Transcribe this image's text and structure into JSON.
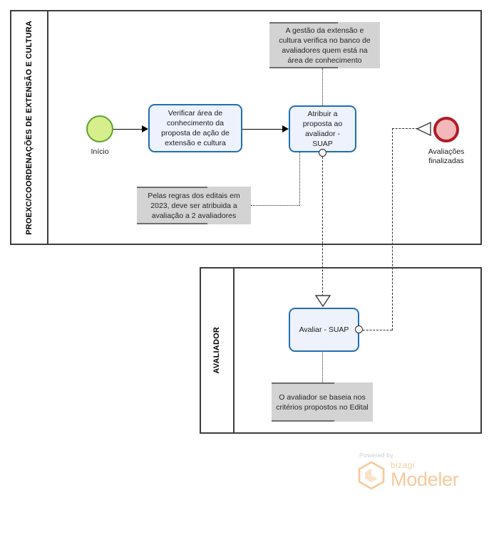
{
  "diagram": {
    "type": "bpmn-process-diagram",
    "pools": [
      {
        "id": "pool-proexc",
        "lane_label": "PROEXC/COORDENAÇÕES DE EXTENSÃO E CULTURA"
      },
      {
        "id": "pool-avaliador",
        "lane_label": "AVALIADOR"
      }
    ],
    "events": [
      {
        "id": "start-event",
        "kind": "start",
        "label": "Início",
        "color": "#d7ee8c",
        "border_color": "#5aa52b"
      },
      {
        "id": "end-event",
        "kind": "end",
        "label": "Avaliações\nfinalizadas",
        "color": "#f2b8bb",
        "border_color": "#b01c24"
      }
    ],
    "tasks": [
      {
        "id": "task-verificar",
        "label": "Verificar área de conhecimento da proposta de ação de extensão e cultura"
      },
      {
        "id": "task-atribuir",
        "label": "Atribuir a proposta ao avaliador - SUAP"
      },
      {
        "id": "task-avaliar",
        "label": "Avaliar - SUAP"
      }
    ],
    "annotations": [
      {
        "id": "annotation-gestao",
        "text": "A gestão da extensão e cultura verifica no banco de avaliadores quem está na área de conhecimento"
      },
      {
        "id": "annotation-regras",
        "text": "Pelas regras dos editais em 2023, deve ser atribuida a avaliação a 2 avaliadores"
      },
      {
        "id": "annotation-criterios",
        "text": "O avaliador se baseia nos critérios propostos no Edital"
      }
    ],
    "colors": {
      "task_fill": "#eef2fc",
      "task_border": "#1f6fb2",
      "annotation_fill": "#d3d3d3",
      "pool_border": "#3d3d3d",
      "flow": "#000000"
    }
  },
  "watermark": {
    "powered_by": "Powered by",
    "brand": "bizagi",
    "product": "Modeler",
    "color": "#f8c89a"
  }
}
